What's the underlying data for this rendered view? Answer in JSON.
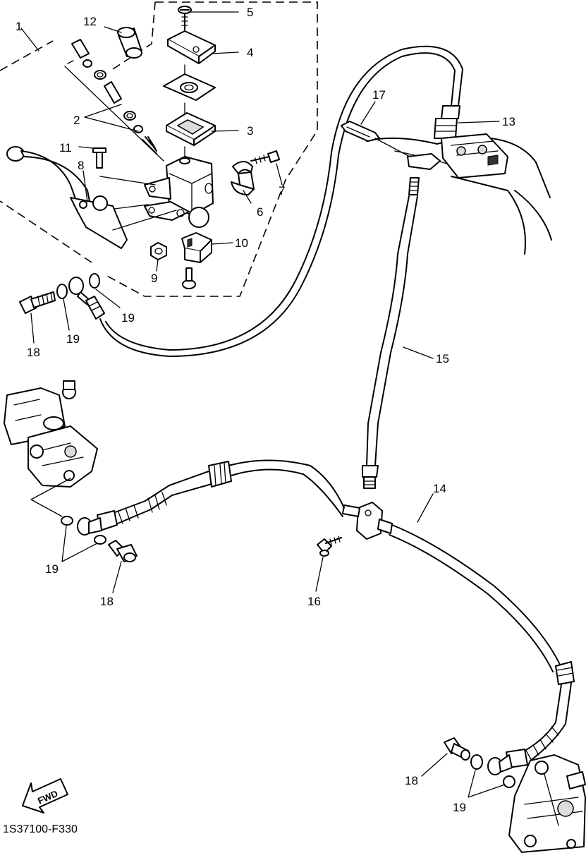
{
  "diagram_code": "1S37100-F330",
  "fwd_label": "FWD",
  "callouts": {
    "c1": "1",
    "c2": "2",
    "c3": "3",
    "c4": "4",
    "c5": "5",
    "c6": "6",
    "c7": "7",
    "c8": "8",
    "c9": "9",
    "c10": "10",
    "c11": "11",
    "c12": "12",
    "c13": "13",
    "c14": "14",
    "c15": "15",
    "c16": "16",
    "c17": "17",
    "c18a": "18",
    "c18b": "18",
    "c18c": "18",
    "c19a": "19",
    "c19b": "19",
    "c19c": "19",
    "c19d": "19"
  }
}
